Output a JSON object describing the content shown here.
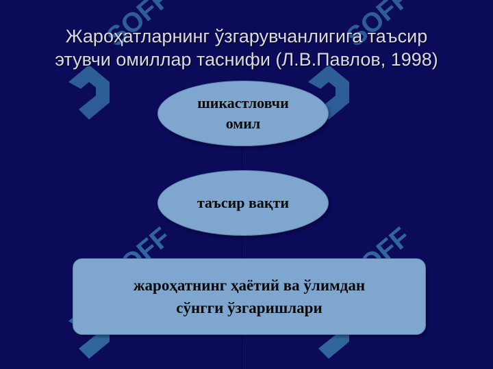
{
  "title": {
    "line1": "Жароҳатларнинг ўзгарувчанлигига таъсир",
    "line2": "этувчи омиллар таснифи (Л.В.Павлов, 1998)"
  },
  "diagram": {
    "node1": {
      "line1": "шикастловчи",
      "line2": "омил"
    },
    "node2": {
      "label": "таъсир вақти"
    },
    "node3": {
      "line1": "жароҳатнинг ҳаётий ва ўлимдан",
      "line2": "сўнгги ўзгаришлари"
    }
  },
  "watermark": {
    "text": "SOFF"
  },
  "colors": {
    "background": "#0b0b5a",
    "node_fill": "#7fa6cf",
    "watermark": "#4aa3c8",
    "title_text": "#d9d9e8"
  }
}
